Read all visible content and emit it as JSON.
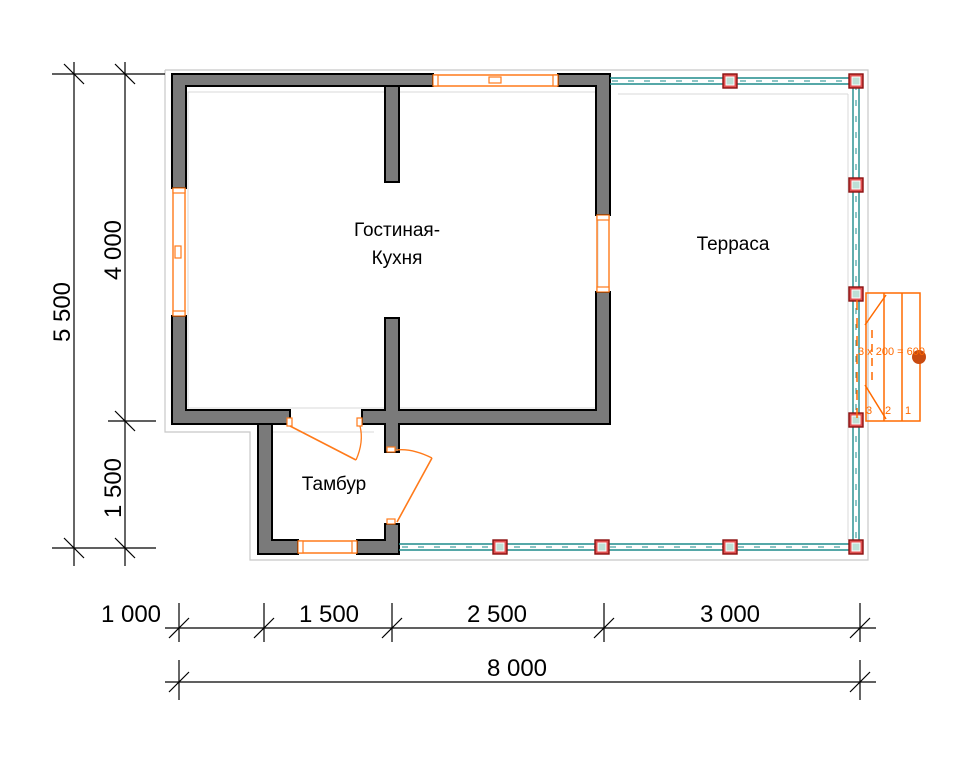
{
  "rooms": {
    "living_kitchen_line1": "Гостиная-",
    "living_kitchen_line2": "Кухня",
    "terrace": "Терраса",
    "vestibule": "Тамбур"
  },
  "stairs": {
    "formula": "3 x 200 = 600",
    "step_1": "1",
    "step_2": "2",
    "step_3": "3"
  },
  "dimensions": {
    "horizontal": [
      "1 000",
      "1 500",
      "2 500",
      "3 000"
    ],
    "total_width": "8 000",
    "vertical_total": "5 500",
    "vertical_upper": "4 000",
    "vertical_lower": "1 500"
  },
  "colors": {
    "wall": "#7a7a7a",
    "window": "#ff7a1a",
    "railing": "#1e8c8c",
    "post": "#e05050"
  }
}
